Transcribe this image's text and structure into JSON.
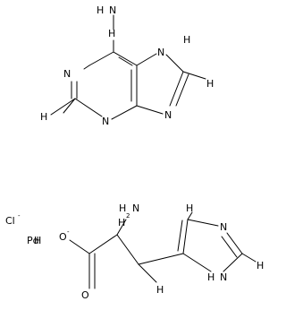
{
  "molecules": [
    {
      "name": "adenine",
      "atoms": {
        "amino_n": "N",
        "amino_h": "H",
        "n1": "N",
        "c2_h": "H",
        "n3": "N",
        "n7": "N",
        "n7_h": "H",
        "c8_h": "H",
        "n9": "N"
      }
    },
    {
      "name": "histidine",
      "atoms": {
        "nh2_h": "H",
        "nh2_n": "N",
        "carboxyl_o_minus": "O",
        "carbonyl_o": "O",
        "alpha_h": "H",
        "beta_h": "H",
        "c4_h": "H",
        "n3": "N",
        "c2_h": "H",
        "n1": "N",
        "n1_h": "H"
      }
    }
  ],
  "ions": {
    "chloride": "Cl",
    "chloride_charge": "-",
    "oxide_charge": "-",
    "metal": "Pd",
    "metal_overlap": "H"
  }
}
